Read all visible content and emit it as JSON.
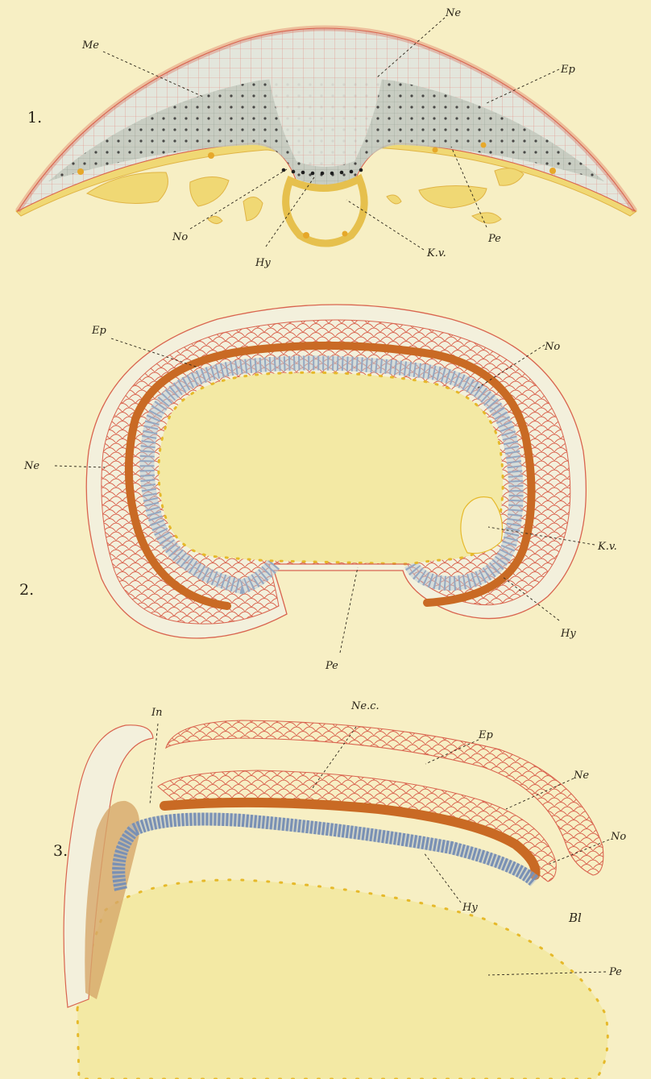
{
  "colors": {
    "paper": "#f7efc4",
    "yolk": "#f3e9a4",
    "yolk_granule": "#e6b92a",
    "epidermis": "#d9644f",
    "notochord": "#c96a24",
    "hypoblast": "#5a76a0",
    "mesoblast_grey": "#b9c0b4",
    "invagination": "#d6a86a"
  },
  "figures": [
    {
      "number": "1.",
      "labels": {
        "me": "Me",
        "ne": "Ne",
        "ep": "Ep",
        "no": "No",
        "hy": "Hy",
        "kv": "K.v.",
        "pe": "Pe"
      }
    },
    {
      "number": "2.",
      "labels": {
        "ep": "Ep",
        "no": "No",
        "ne": "Ne",
        "kv": "K.v.",
        "hy": "Hy",
        "pe": "Pe"
      }
    },
    {
      "number": "3.",
      "labels": {
        "in": "In",
        "nec": "Ne.c.",
        "ep": "Ep",
        "ne": "Ne",
        "no": "No",
        "hy": "Hy",
        "bl": "Bl",
        "pe": "Pe"
      }
    }
  ]
}
